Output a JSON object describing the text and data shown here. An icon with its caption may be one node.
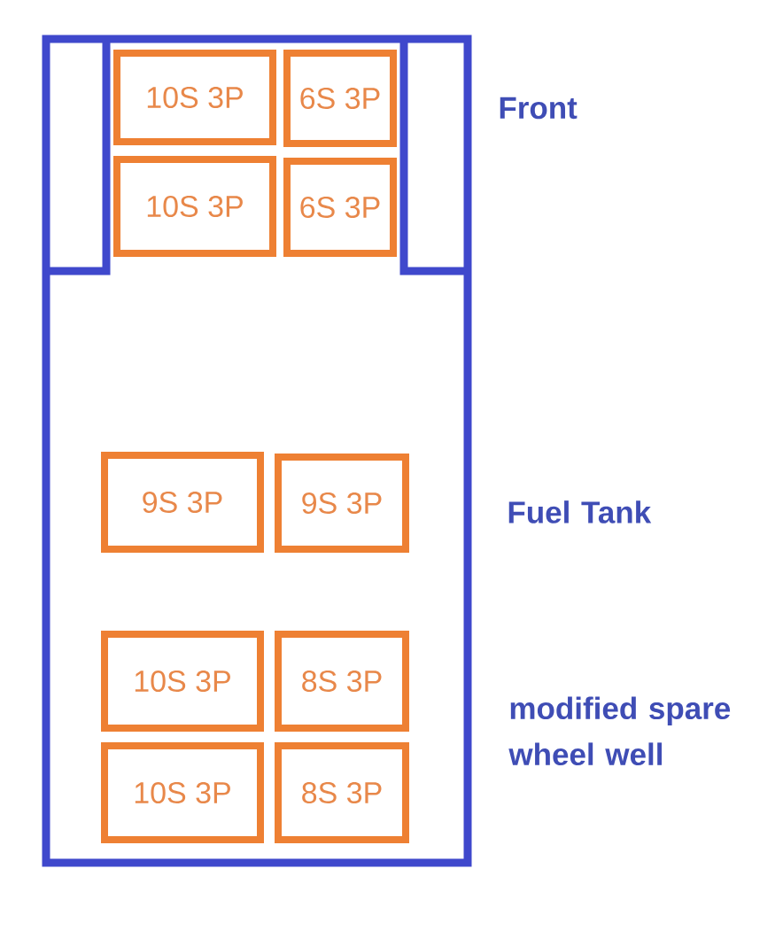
{
  "diagram": {
    "nodes": [
      {
        "text": [],
        "shape": "box"
      },
      {
        "text": [
          "10S 3P"
        ],
        "in": 0
      },
      {
        "text": [
          "6S 3P"
        ],
        "in": 0
      },
      {
        "text": [
          "10S 3P"
        ],
        "in": 0
      },
      {
        "text": [
          "6S 3P"
        ],
        "in": 0
      },
      {
        "text": [
          "9S 3P"
        ],
        "in": 0
      },
      {
        "text": [
          "9S 3P"
        ],
        "in": 0
      },
      {
        "text": [
          "10S 3P"
        ],
        "in": 0
      },
      {
        "text": [
          "8S 3P"
        ],
        "in": 0
      },
      {
        "text": [
          "10S 3P"
        ],
        "in": 0
      },
      {
        "text": [
          "8S 3P"
        ],
        "in": 0
      }
    ],
    "labels": [
      "Front",
      "Fuel Tank",
      "modified spare wheel well"
    ]
  }
}
